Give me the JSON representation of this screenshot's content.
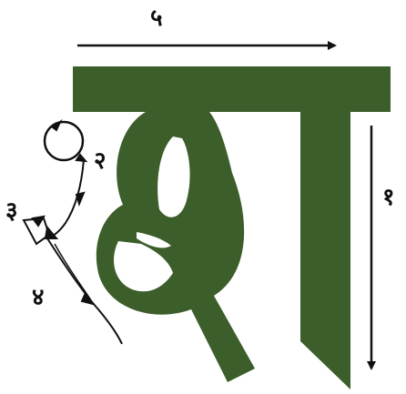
{
  "colors": {
    "letter_fill": "#3c5e2a",
    "guide_stroke": "#111111",
    "background": "#ffffff"
  },
  "letter": {
    "glyph": "श",
    "description_icon": "devanagari-letter-sha"
  },
  "strokes": [
    {
      "order_label": "१"
    },
    {
      "order_label": "२"
    },
    {
      "order_label": "३"
    },
    {
      "order_label": "४"
    },
    {
      "order_label": "५"
    }
  ]
}
